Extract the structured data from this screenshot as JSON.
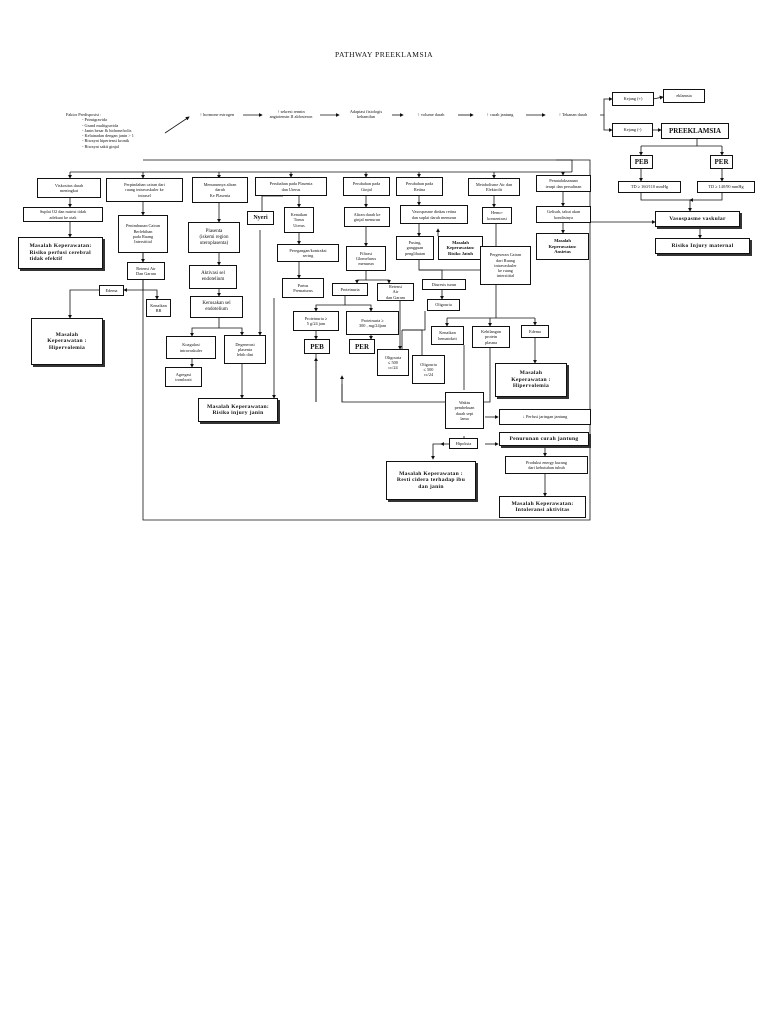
{
  "title": "PATHWAY PREEKLAMSIA",
  "faktor": {
    "heading": "Faktor Predisposisi :",
    "items": [
      "Primigravida",
      "Grand multigravida",
      "Janin besar & hidronefrolis",
      "Kelainadan dengan janin > 1",
      "Riwayat hipertensi kronik",
      "Riwayat sakit ginjal"
    ]
  },
  "top_chain": {
    "hormon": "↑ hormone estrogen",
    "renin": "↑ sekresi rennin\nangiotensin II aldosteron",
    "adaptasi": "Adaptasi fisiologis\nkehamilan",
    "volume": "↑ volume darah",
    "curah": "↑ curah jantung",
    "tekanan": "↑ Tekanan darah"
  },
  "right_top": {
    "kejang_pos": "Kejang (+)",
    "eklamsia": "eklamsia",
    "kejang_neg": "Kejang (-)",
    "preeklamsia": "PREEKLAMSIA",
    "peb": "PEB",
    "per": "PER",
    "td_peb": "TD ≥ 160/110 mmHg",
    "td_per": "TD ≥ 140/90 mmHg",
    "vasospasme": "Vasospasme vaskular",
    "risiko_maternal": "Risiko Injury maternal"
  },
  "col1": {
    "viskositas": "Viskositas darah\nmeningkat",
    "suplai": "Suplai O2 dan nutrisi tidak\nadekuat ke otak",
    "masalah_perfusi": "Masalah Keperawatan:\nRisiko perfusi cerebral\ntidak efektif"
  },
  "col2": {
    "perpindahan": "Perpindahan cairan dari\nruang intravaskuler ke\nintrasel",
    "penimbunan": "Penimbunan Cairan\nBerlebihan\npada Ruang\nInterstitial",
    "retensi": "Retensi Air\nDan Garam",
    "edema": "Edema",
    "kenaikan_bb": "Kenaikan\nBB",
    "masalah_hipervolemia": "Masalah\nKeperawatan :\nHipervolemia"
  },
  "col3": {
    "menurunnya": "Menurunnya aliran\ndarah\nKe Plasenta",
    "plasenta": "Plasenta\n(iskemi region\nuteroplasenta)",
    "aktivasi": "Aktivasi sel\nendotelium",
    "kerusakan": "Kerusakan sel\nendotelium",
    "koagulasi": "Koagulasi\nintravaskuler",
    "agregasi": "Agregasi\ntrombosit",
    "degenerasi": "Degenerasi\nplasenta\nlebih dini",
    "masalah_janin": "Masalah Keperawatan:\nRisiko injury janin"
  },
  "col4": {
    "perubahan_plasenta": "Perubahan pada Plasenta\ndan Uterus",
    "nyeri": "Nyeri",
    "kenaikan_tonus": "Kenaikan\nTonus\nUterus",
    "peregangan": "Peregangan/kontraksi\nsering",
    "partus": "Partus\nPrematurus"
  },
  "col5": {
    "perubahan_ginjal": "Perubahan pada\nGinjal",
    "aliran_ginjal": "Aliran darah ke\nginjal menurun",
    "filtrasi": "Filtrasi\nGlomelurus\nmenurun",
    "proteinuria": "Proteinuria",
    "retensi_air": "Retensi\nAir\ndan Garam",
    "prot_peb": "Proteinuria ≥\n5 g/24 jam",
    "prot_per": "Proteinuria ≥\n300 , mg/24jam",
    "peb2": "PEB",
    "per2": "PER",
    "oligouria_500a": "Oligouria\n≤ 500\ncc/24",
    "oligouria_500b": "Oligouria\n≤ 500\ncc/24"
  },
  "col6": {
    "perubahan_retina": "Perubahan pada\nRetina",
    "vasospasme_retina": "Vasospasme dinkas retina\ndan suplai darah menurun",
    "pusing": "Pusing,\ngangguan\npenglihatan",
    "masalah_jatuh": "Masalah\nKeperawatan:\nRisiko Jatuh",
    "diuresis": "Diuresis turun",
    "oligouria": "Oligouria"
  },
  "col7": {
    "metabolisme": "Metabolisme Air dan\nElektrolit",
    "hemokonsentrasi": "Hemo-\nkonsentrasi",
    "pergeseran": "Pergeseran Cairan\ndari Ruang\nintravaskuler\nke ruang\ninterstitial",
    "kenaikan_ht": "Kenaikan\nhematokrit",
    "kehilangan": "Kehilangan\nprotein\nplasma",
    "edema2": "Edema",
    "masalah_hipervolemia2": "Masalah\nKeperawatan :\nHipervolemia",
    "waktu": "Waktu\npembekuan\ndarah sepi\nlama",
    "hipoksia": "Hipoksia",
    "masalah_ibu_janin": "Masalah Keperawatan :\nResti cidera terhadap ibu\ndan janin"
  },
  "col8": {
    "penatalaksanaan": "Penatalaksanaan\nterapi dan persalinan",
    "gelisah": "Gelisah, takut akan\nkondisinya",
    "masalah_ansietas": "Masalah\nKeperawatan:\nAnsietas",
    "perfusi_jantung": "↓ Perfusi jaringan jantung",
    "penurunan": "Penurunan curah jantung",
    "produksi": "Produksi energy kurang\ndari kebutuhan tubuh",
    "masalah_intoleransi": "Masalah Keperawatan:\nIntoleransi aktivitas"
  }
}
